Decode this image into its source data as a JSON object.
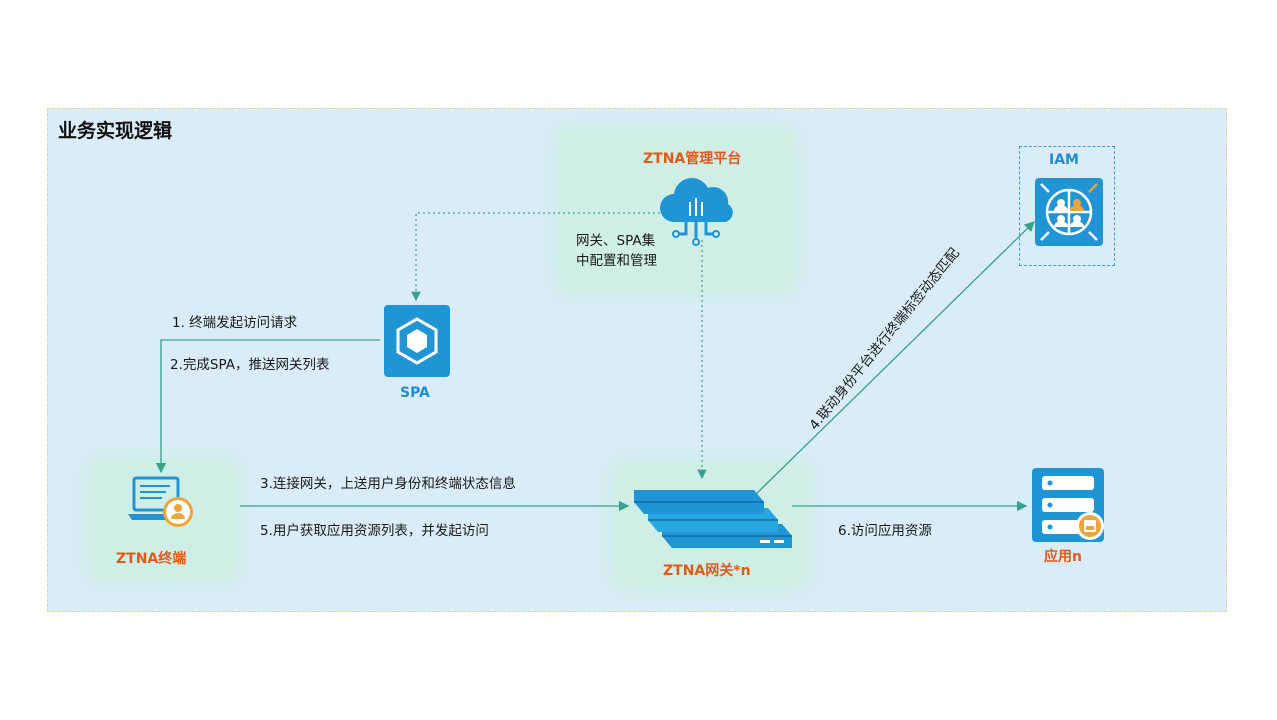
{
  "title": "业务实现逻辑",
  "nodes": {
    "ztna_platform": "ZTNA管理平台",
    "spa": "SPA",
    "iam": "IAM",
    "terminal": "ZTNA终端",
    "gateway": "ZTNA网关*n",
    "app": "应用n"
  },
  "platform_note_line1": "网关、SPA集",
  "platform_note_line2": "中配置和管理",
  "steps": {
    "s1": "1. 终端发起访问请求",
    "s2": "2.完成SPA，推送网关列表",
    "s3": "3.连接网关，上送用户身份和终端状态信息",
    "s4": "4.联动身份平台进行终端标签动态匹配",
    "s5": "5.用户获取应用资源列表，并发起访问",
    "s6": "6.访问应用资源"
  },
  "colors": {
    "accent": "#e05a1a",
    "line": "#3aa08e",
    "icon_blue": "#1f8fcf",
    "panel": "#d9ecf8"
  }
}
